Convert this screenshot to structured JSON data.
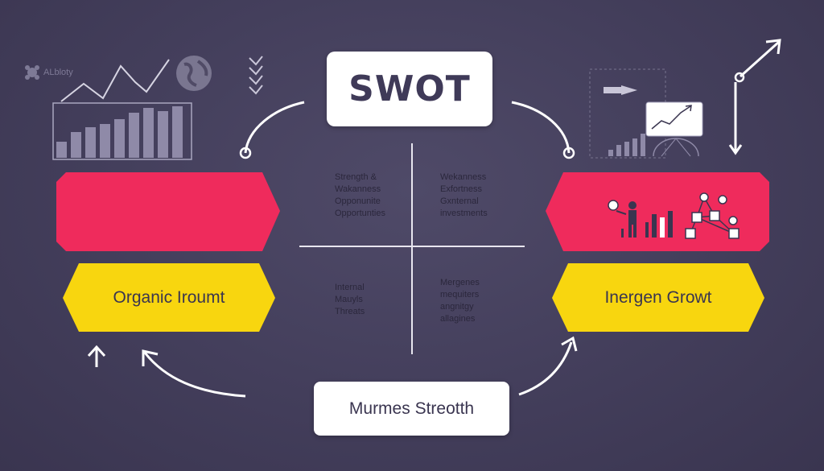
{
  "title": "SWOT",
  "bottom_label": "Murmes Streotth",
  "banners": {
    "left_yellow": "Organic Iroumt",
    "right_yellow": "Inergen Growt"
  },
  "quadrants": {
    "top_left": [
      "Strength &",
      "Wakanness",
      "Opponunite",
      "Opportunties"
    ],
    "top_right": [
      "Wekanness",
      "Exfortness",
      "Gxnternal",
      "investments"
    ],
    "bottom_left": [
      "Internal",
      "Mauyls",
      "Threats"
    ],
    "bottom_right": [
      "Mergenes",
      "mequiters",
      "angnitgy",
      "allagines"
    ]
  },
  "top_left_faint_label": "ALbloty",
  "colors": {
    "background": "#433e5b",
    "pink": "#ef2b5c",
    "yellow": "#f8d60f",
    "white": "#ffffff",
    "line": "#e8e6ef",
    "icon_light": "#a9a6bf"
  },
  "icons": [
    "asterisk-icon",
    "globe-icon",
    "chevrons-down-icon",
    "trend-arrow-icon",
    "person-presenting-icon",
    "network-icon",
    "arrow-up-icon"
  ]
}
